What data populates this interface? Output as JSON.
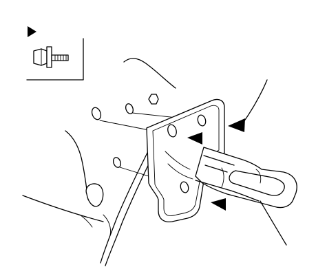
{
  "diagram": {
    "legend": {
      "marker_icon": "filled-triangle",
      "fastener_icon": "flange-bolt-icon"
    },
    "parts": [
      "mounting-bracket",
      "hook",
      "body-panel"
    ],
    "colors": {
      "line": "#000000",
      "background": "#ffffff"
    }
  }
}
